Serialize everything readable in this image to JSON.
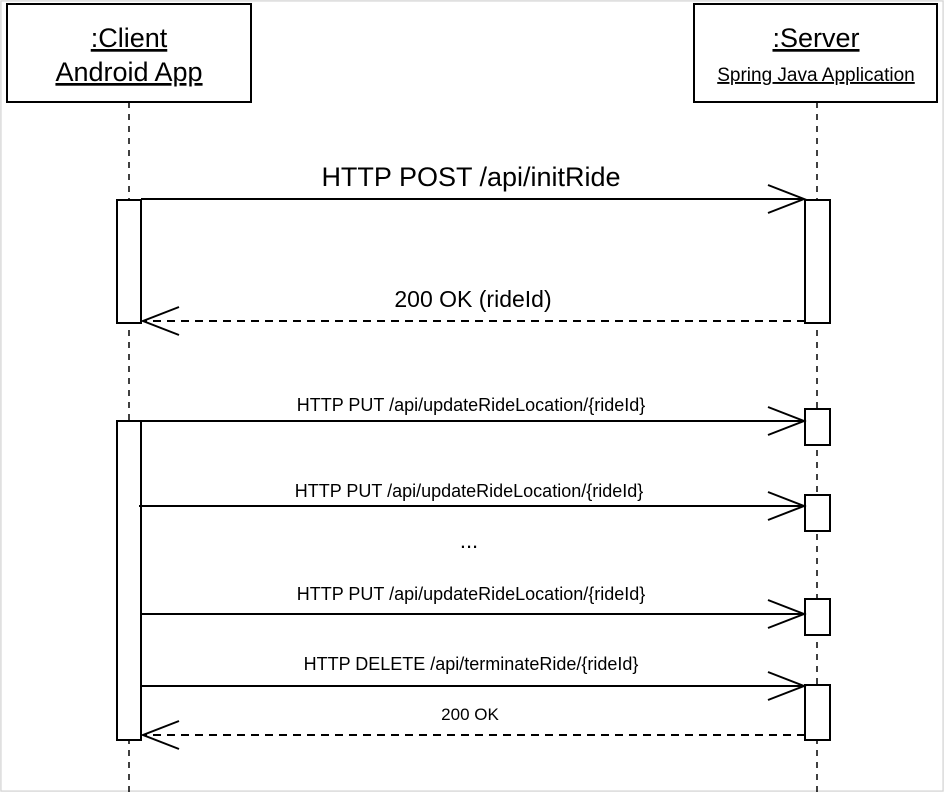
{
  "participants": {
    "client": {
      "name": ":Client",
      "subtitle": "Android App"
    },
    "server": {
      "name": ":Server",
      "subtitle": "Spring Java Application"
    }
  },
  "messages": [
    {
      "label": "HTTP POST /api/initRide",
      "kind": "sync"
    },
    {
      "label": "200 OK (rideId)",
      "kind": "return"
    },
    {
      "label": "HTTP PUT /api/updateRideLocation/{rideId}",
      "kind": "sync"
    },
    {
      "label": "HTTP PUT /api/updateRideLocation/{rideId}",
      "kind": "sync"
    },
    {
      "label": "HTTP PUT /api/updateRideLocation/{rideId}",
      "kind": "sync"
    },
    {
      "label": "HTTP DELETE /api/terminateRide/{rideId}",
      "kind": "sync"
    },
    {
      "label": "200 OK",
      "kind": "return"
    }
  ],
  "ellipsis": "..."
}
